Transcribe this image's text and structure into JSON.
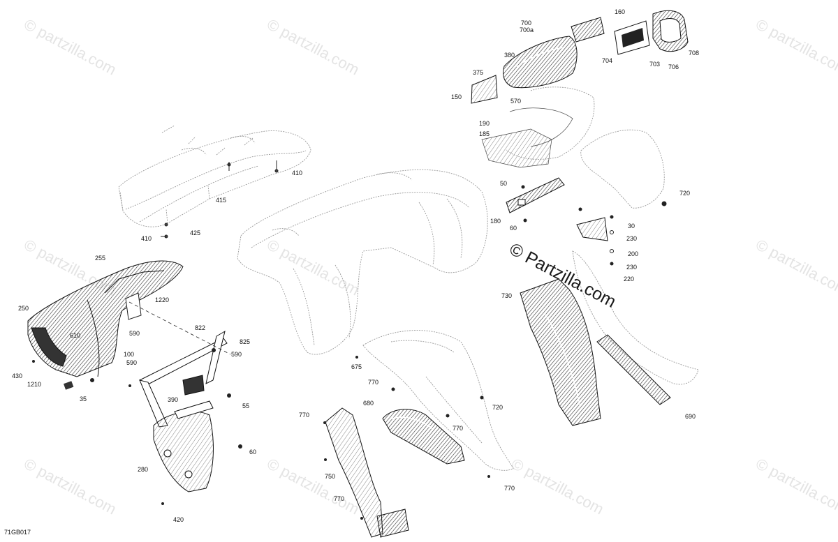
{
  "diagram": {
    "code": "71GB017",
    "watermark_main": "© Partzilla.com",
    "watermark_faint": "© partzilla.com",
    "callouts": [
      {
        "id": "160",
        "text": "160"
      },
      {
        "id": "700",
        "text": "700"
      },
      {
        "id": "700a",
        "text": "700a"
      },
      {
        "id": "708",
        "text": "708"
      },
      {
        "id": "380",
        "text": "380"
      },
      {
        "id": "375",
        "text": "375"
      },
      {
        "id": "704",
        "text": "704"
      },
      {
        "id": "703",
        "text": "703"
      },
      {
        "id": "706",
        "text": "706"
      },
      {
        "id": "150",
        "text": "150"
      },
      {
        "id": "570",
        "text": "570"
      },
      {
        "id": "190",
        "text": "190"
      },
      {
        "id": "185",
        "text": "185"
      },
      {
        "id": "410a",
        "text": "410"
      },
      {
        "id": "415",
        "text": "415"
      },
      {
        "id": "425",
        "text": "425"
      },
      {
        "id": "410b",
        "text": "410"
      },
      {
        "id": "50",
        "text": "50"
      },
      {
        "id": "720a",
        "text": "720"
      },
      {
        "id": "180",
        "text": "180"
      },
      {
        "id": "60a",
        "text": "60"
      },
      {
        "id": "30",
        "text": "30"
      },
      {
        "id": "230a",
        "text": "230"
      },
      {
        "id": "200",
        "text": "200"
      },
      {
        "id": "230b",
        "text": "230"
      },
      {
        "id": "220",
        "text": "220"
      },
      {
        "id": "255",
        "text": "255"
      },
      {
        "id": "250",
        "text": "250"
      },
      {
        "id": "1220",
        "text": "1220"
      },
      {
        "id": "610",
        "text": "610"
      },
      {
        "id": "590a",
        "text": "590"
      },
      {
        "id": "100",
        "text": "100"
      },
      {
        "id": "590b",
        "text": "590"
      },
      {
        "id": "430",
        "text": "430"
      },
      {
        "id": "1210",
        "text": "1210"
      },
      {
        "id": "35",
        "text": "35"
      },
      {
        "id": "822",
        "text": "822"
      },
      {
        "id": "825",
        "text": "825"
      },
      {
        "id": "590c",
        "text": "590"
      },
      {
        "id": "730",
        "text": "730"
      },
      {
        "id": "675",
        "text": "675"
      },
      {
        "id": "770a",
        "text": "770"
      },
      {
        "id": "390",
        "text": "390"
      },
      {
        "id": "55",
        "text": "55"
      },
      {
        "id": "680",
        "text": "680"
      },
      {
        "id": "720b",
        "text": "720"
      },
      {
        "id": "770b",
        "text": "770"
      },
      {
        "id": "770c",
        "text": "770"
      },
      {
        "id": "60b",
        "text": "60"
      },
      {
        "id": "280",
        "text": "280"
      },
      {
        "id": "750",
        "text": "750"
      },
      {
        "id": "770d",
        "text": "770"
      },
      {
        "id": "770e",
        "text": "770"
      },
      {
        "id": "420",
        "text": "420"
      },
      {
        "id": "690",
        "text": "690"
      }
    ]
  }
}
